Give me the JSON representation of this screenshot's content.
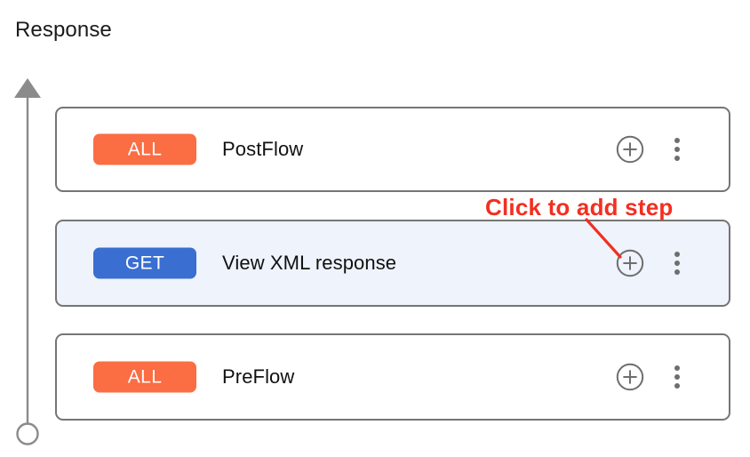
{
  "panel": {
    "title": "Response"
  },
  "axis": {
    "direction_icon": "up-arrow-icon",
    "terminal_icon": "circle-endpoint-icon",
    "color": "#8b8b8b"
  },
  "colors": {
    "badge_all": "#fb6d42",
    "badge_get": "#3a6ed0",
    "card_border": "#757575",
    "card_background": "#ffffff",
    "card_background_selected": "#eef3fc",
    "label_text": "#111111",
    "icon_gray": "#6e6e6e",
    "annotation_red": "#f22f20"
  },
  "steps": [
    {
      "method": "ALL",
      "method_color": "#fb6d42",
      "label": "PostFlow",
      "selected": false,
      "add_icon": "plus-circle-icon",
      "more_icon": "kebab-menu-icon"
    },
    {
      "method": "GET",
      "method_color": "#3a6ed0",
      "label": "View XML response",
      "selected": true,
      "add_icon": "plus-circle-icon",
      "more_icon": "kebab-menu-icon"
    },
    {
      "method": "ALL",
      "method_color": "#fb6d42",
      "label": "PreFlow",
      "selected": false,
      "add_icon": "plus-circle-icon",
      "more_icon": "kebab-menu-icon"
    }
  ],
  "annotation": {
    "text": "Click to add step",
    "color": "#f22f20",
    "pointer_icon": "callout-leader-line"
  }
}
